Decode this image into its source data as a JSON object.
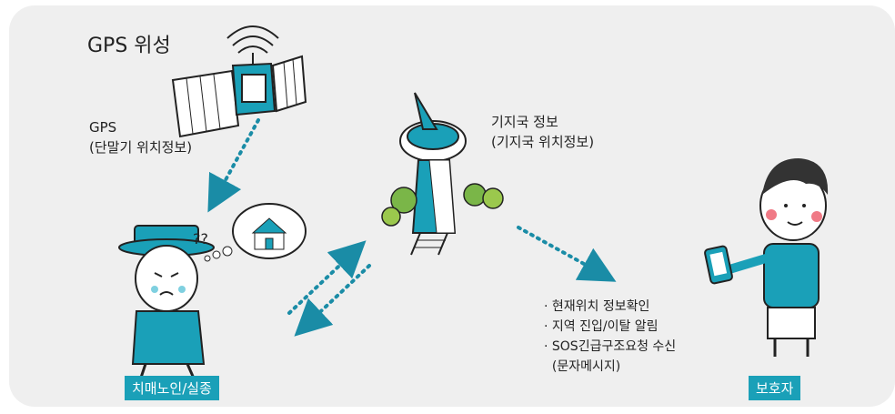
{
  "title": "GPS 위성",
  "gps_label": [
    "GPS",
    "(단말기 위치정보)"
  ],
  "base_label": [
    "기지국 정보",
    "(기지국 위치정보)"
  ],
  "notices": [
    "· 현재위치 정보확인",
    "· 지역 진입/이탈 알림",
    "· SOS긴급구조요청 수신",
    "  (문자메시지)"
  ],
  "elder_badge": "치매노인/실종",
  "guardian_badge": "보호자",
  "question_marks": "??",
  "colors": {
    "accent": "#1aa0b8",
    "arrow": "#1a8ca6",
    "panel": "#efefef"
  }
}
